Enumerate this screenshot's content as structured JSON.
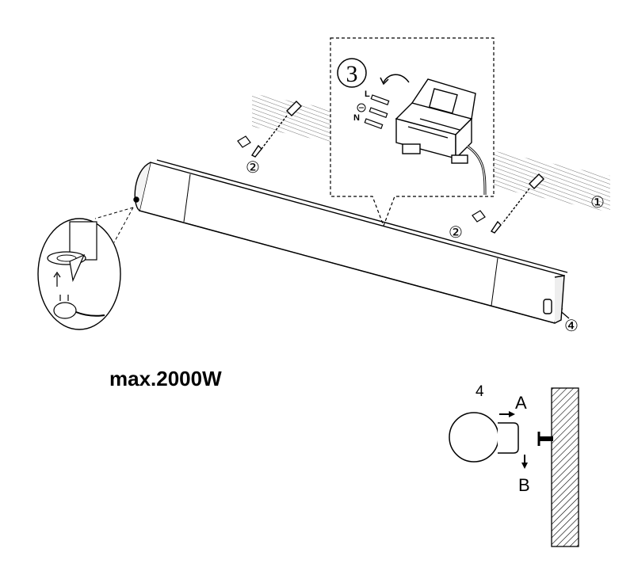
{
  "max_power": "max.2000W",
  "steps": {
    "s1": "①",
    "s2a": "②",
    "s2b": "②",
    "s3": "3",
    "s4": "④"
  },
  "wiring": {
    "live": "L",
    "neutral": "N"
  },
  "detail4": {
    "number": "4",
    "a": "A",
    "b": "B"
  }
}
